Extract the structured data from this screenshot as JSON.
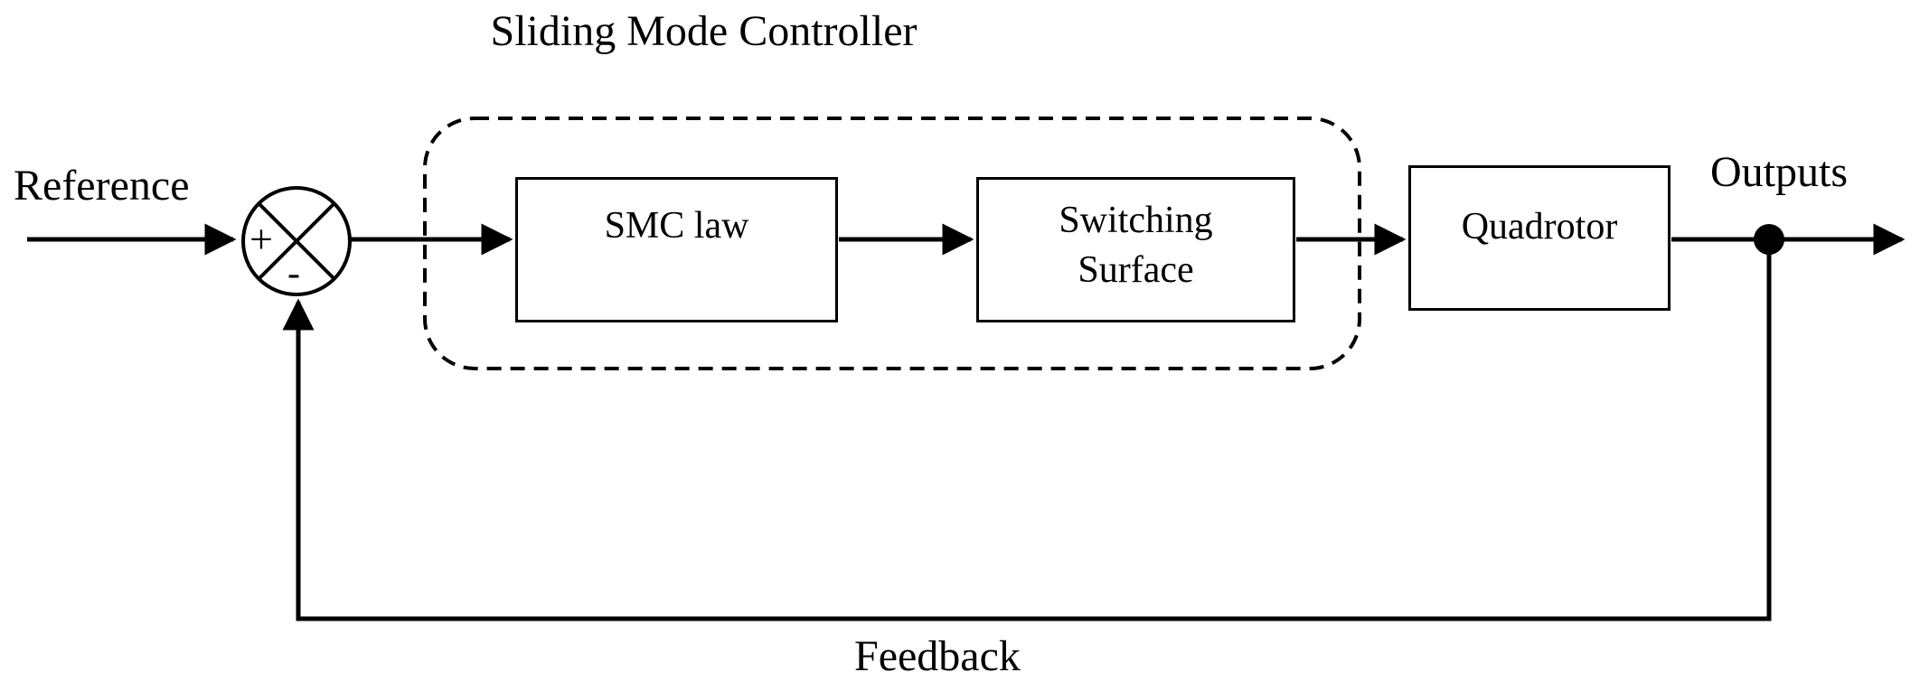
{
  "diagram": {
    "title": "Sliding Mode Controller",
    "labels": {
      "reference": "Reference",
      "outputs": "Outputs",
      "feedback": "Feedback"
    },
    "blocks": {
      "smc_law": {
        "label": "SMC law"
      },
      "switching_surface": {
        "line1": "Switching",
        "line2": "Surface"
      },
      "quadrotor": {
        "label": "Quadrotor"
      }
    },
    "summing_junction": {
      "plus": "+",
      "minus": "-"
    },
    "colors": {
      "line": "#000000",
      "background": "#ffffff"
    }
  }
}
